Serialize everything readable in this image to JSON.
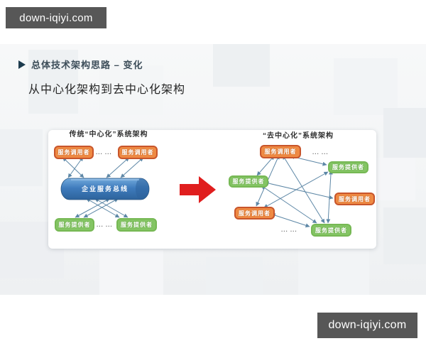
{
  "watermark": {
    "text": "down-iqiyi.com"
  },
  "slide": {
    "title": "总体技术架构思路 – 变化",
    "subtitle": "从中心化架构到去中心化架构",
    "left_diagram": {
      "title": "传统“中心化”系统架构",
      "top_row": [
        {
          "label": "服务调用者"
        },
        {
          "label": "服务调用者"
        }
      ],
      "bus_label": "企业服务总线",
      "bottom_row": [
        {
          "label": "服务提供者"
        },
        {
          "label": "服务提供者"
        }
      ],
      "dots": "... ...",
      "connections": "每个服务调用者与企业服务总线双向连接，总线与每个服务提供者双向连接"
    },
    "right_diagram": {
      "title": "“去中心化”系统架构",
      "nodes": [
        {
          "id": "n1",
          "type": "caller",
          "label": "服务调用者"
        },
        {
          "id": "n2",
          "type": "provider",
          "label": "服务提供者"
        },
        {
          "id": "n3",
          "type": "provider",
          "label": "服务提供者"
        },
        {
          "id": "n4",
          "type": "caller",
          "label": "服务调用者"
        },
        {
          "id": "n5",
          "type": "caller",
          "label": "服务调用者"
        },
        {
          "id": "n6",
          "type": "provider",
          "label": "服务提供者"
        },
        {
          "id": "dots-top",
          "type": "ellipsis",
          "label": "... ..."
        },
        {
          "id": "dots-bottom",
          "type": "ellipsis",
          "label": "... ..."
        }
      ],
      "edges": [
        [
          "n1",
          "n3"
        ],
        [
          "n1",
          "n2"
        ],
        [
          "n1",
          "n5"
        ],
        [
          "n1",
          "n6"
        ],
        [
          "n3",
          "n4"
        ],
        [
          "n5",
          "n2"
        ],
        [
          "n3",
          "n6"
        ],
        [
          "n5",
          "n6"
        ],
        [
          "n2",
          "n6"
        ]
      ]
    },
    "colors": {
      "caller_fill": "#ef8a43",
      "caller_border": "#c8552b",
      "provider_fill": "#84c564",
      "bus_blue_top": "#74aadc",
      "bus_blue_bottom": "#2d639c",
      "connector_line": "#5d87a6",
      "transition_arrow_red": "#e01e1e",
      "watermark_bg": "#575757",
      "title_text": "#3d4e5a"
    }
  }
}
